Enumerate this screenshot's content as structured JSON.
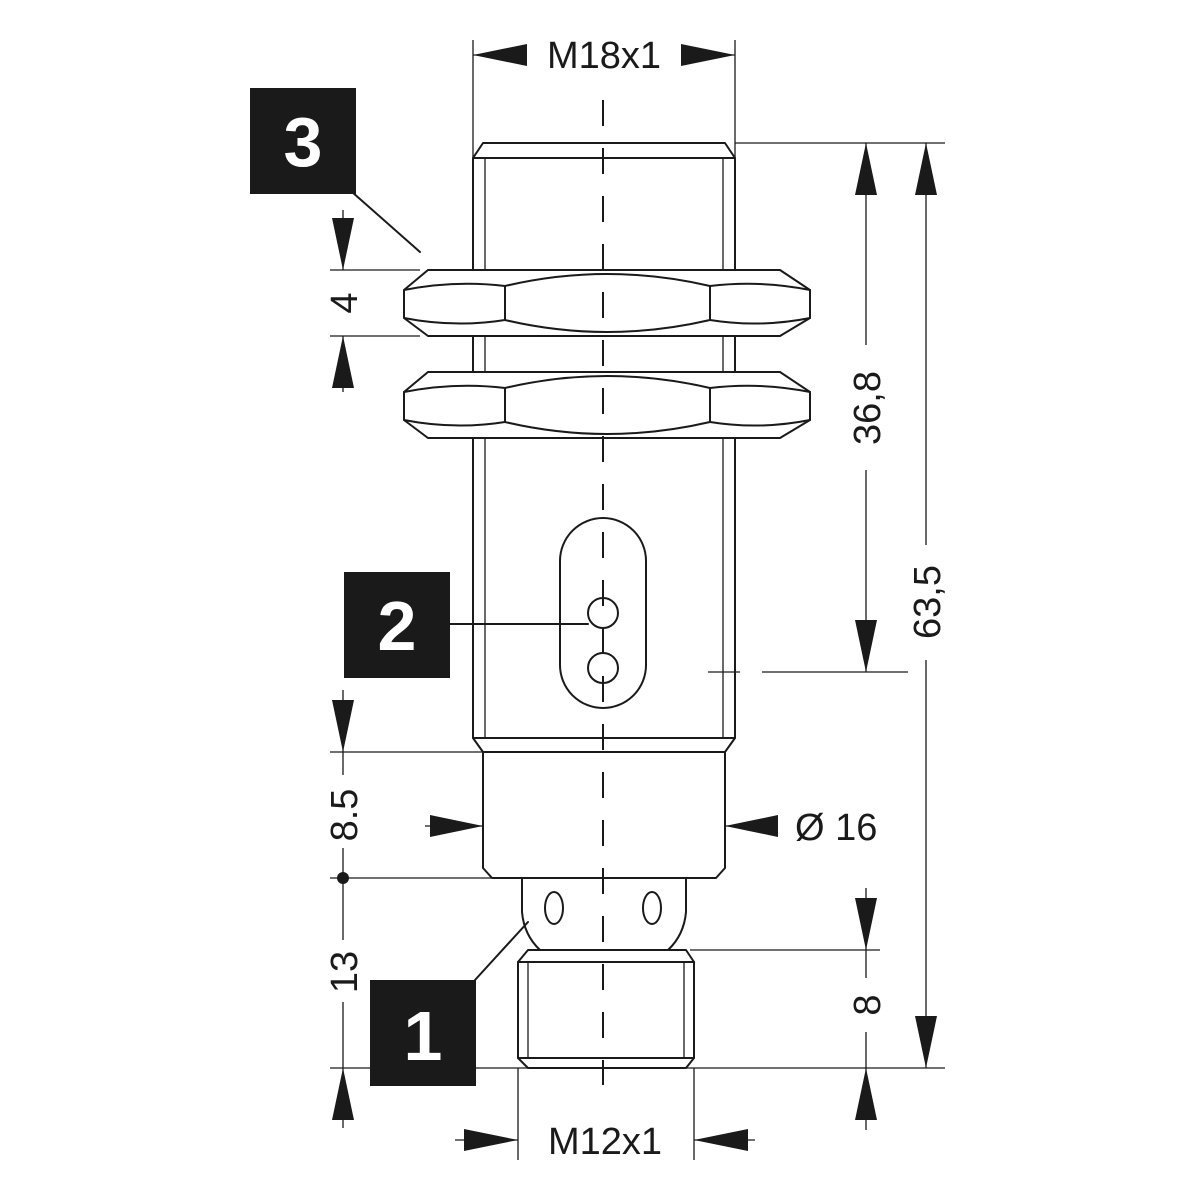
{
  "dimensions": {
    "thread_top": "M18x1",
    "thread_bottom": "M12x1",
    "nut_thickness": "4",
    "upper_length": "36,8",
    "total_length": "63,5",
    "neck_length": "8.5",
    "neck_diameter": "Ø 16",
    "connector_length": "13",
    "connector_thread_length": "8"
  },
  "callouts": [
    "3",
    "2",
    "1"
  ],
  "colors": {
    "line": "#1a1a1a",
    "background": "#ffffff",
    "callout_fill": "#1a1a1a",
    "callout_text": "#ffffff"
  }
}
